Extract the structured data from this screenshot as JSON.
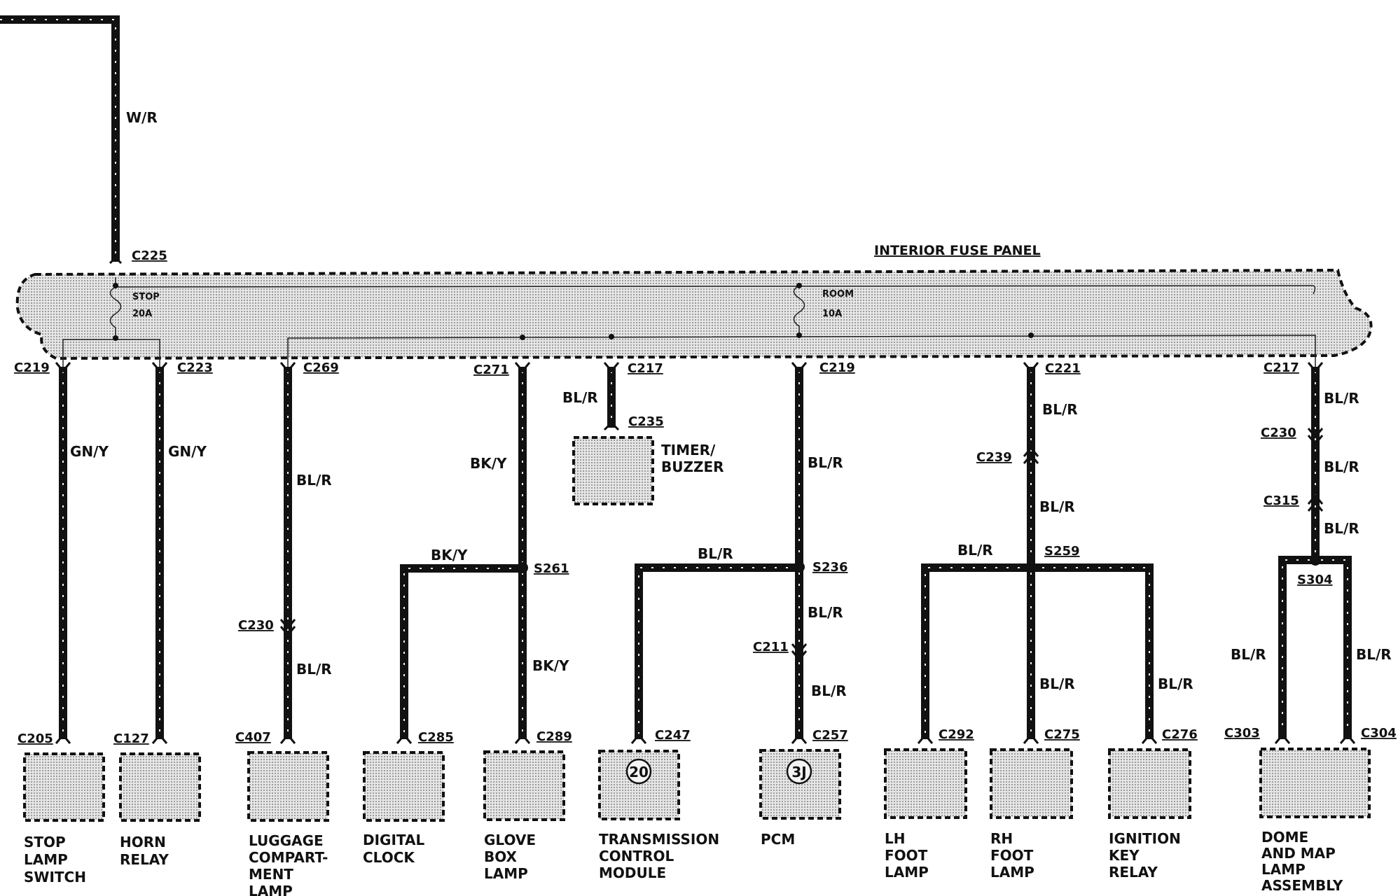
{
  "panel": {
    "title": "INTERIOR FUSE PANEL"
  },
  "fuses": [
    {
      "name": "STOP",
      "rating": "20A"
    },
    {
      "name": "ROOM",
      "rating": "10A"
    }
  ],
  "wires": {
    "main_feed": "W/R",
    "stop_switch": "GN/Y",
    "horn": "GN/Y",
    "luggage_upper": "BL/R",
    "luggage_lower": "BL/R",
    "glove_upper": "BK/Y",
    "glove_branch": "BK/Y",
    "glove_lower": "BK/Y",
    "timer": "BL/R",
    "pcm_upper": "BL/R",
    "tcm_branch": "BL/R",
    "pcm_mid": "BL/R",
    "pcm_lower": "BL/R",
    "foot_upper": "BL/R",
    "foot_mid": "BL/R",
    "lh_branch": "BL/R",
    "rh_lower": "BL/R",
    "ign_lower": "BL/R",
    "dome_1": "BL/R",
    "dome_2": "BL/R",
    "dome_3": "BL/R",
    "dome_left": "BL/R",
    "dome_right": "BL/R"
  },
  "connectors": {
    "c225": "C225",
    "c219a": "C219",
    "c223": "C223",
    "c269": "C269",
    "c271": "C271",
    "c217a": "C217",
    "c235": "C235",
    "c219b": "C219",
    "c221": "C221",
    "c217b": "C217",
    "c230a": "C230",
    "c239": "C239",
    "c230b": "C230",
    "c315": "C315",
    "c211": "C211",
    "c205": "C205",
    "c127": "C127",
    "c407": "C407",
    "c285": "C285",
    "c289": "C289",
    "c247": "C247",
    "c257": "C257",
    "c292": "C292",
    "c275": "C275",
    "c276": "C276",
    "c303": "C303",
    "c304": "C304"
  },
  "splices": {
    "s261": "S261",
    "s236": "S236",
    "s259": "S259",
    "s304": "S304"
  },
  "components": {
    "timer": [
      "TIMER/",
      "BUZZER"
    ],
    "stop": [
      "STOP",
      "LAMP",
      "SWITCH"
    ],
    "horn": [
      "HORN",
      "RELAY"
    ],
    "luggage": [
      "LUGGAGE",
      "COMPART-",
      "MENT",
      "LAMP"
    ],
    "clock": [
      "DIGITAL",
      "CLOCK"
    ],
    "glove": [
      "GLOVE",
      "BOX",
      "LAMP"
    ],
    "tcm": [
      "TRANSMISSION",
      "CONTROL",
      "MODULE"
    ],
    "pcm": [
      "PCM"
    ],
    "lhfoot": [
      "LH",
      "FOOT",
      "LAMP"
    ],
    "rhfoot": [
      "RH",
      "FOOT",
      "LAMP"
    ],
    "ignition": [
      "IGNITION",
      "KEY",
      "RELAY"
    ],
    "dome": [
      "DOME",
      "AND MAP",
      "LAMP",
      "ASSEMBLY"
    ]
  },
  "pins": {
    "tcm": "20",
    "pcm": "3J"
  }
}
